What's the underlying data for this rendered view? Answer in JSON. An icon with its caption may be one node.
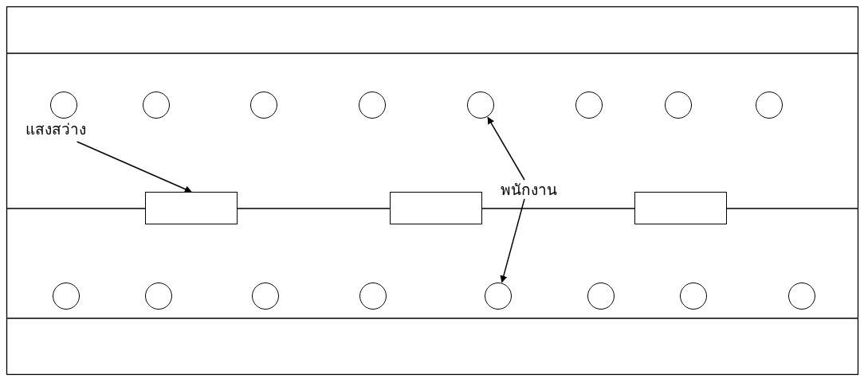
{
  "diagram": {
    "nodes": [
      {
        "text": [],
        "shape": "circle"
      },
      {
        "text": [],
        "shape": "circle"
      },
      {
        "text": [],
        "shape": "circle"
      },
      {
        "text": [],
        "shape": "circle"
      },
      {
        "text": [],
        "shape": "circle"
      },
      {
        "text": [],
        "shape": "circle"
      },
      {
        "text": [],
        "shape": "circle"
      },
      {
        "text": [],
        "shape": "circle"
      },
      {
        "text": [
          "แสงสว่าง"
        ]
      },
      {
        "text": [],
        "shape": "box"
      },
      {
        "text": [],
        "shape": "box"
      },
      {
        "text": [],
        "shape": "box"
      },
      {
        "text": [
          "พนักงาน"
        ]
      },
      {
        "text": [],
        "shape": "circle"
      },
      {
        "text": [],
        "shape": "circle"
      },
      {
        "text": [],
        "shape": "circle"
      },
      {
        "text": [],
        "shape": "circle"
      },
      {
        "text": [],
        "shape": "circle"
      },
      {
        "text": [],
        "shape": "circle"
      },
      {
        "text": [],
        "shape": "circle"
      },
      {
        "text": [],
        "shape": "circle"
      }
    ],
    "edges": [
      {
        "from": 8,
        "to": 9,
        "arrow": "to"
      },
      {
        "from": 12,
        "to": 4,
        "arrow": "to"
      },
      {
        "from": 12,
        "to": 17,
        "arrow": "to"
      }
    ]
  }
}
